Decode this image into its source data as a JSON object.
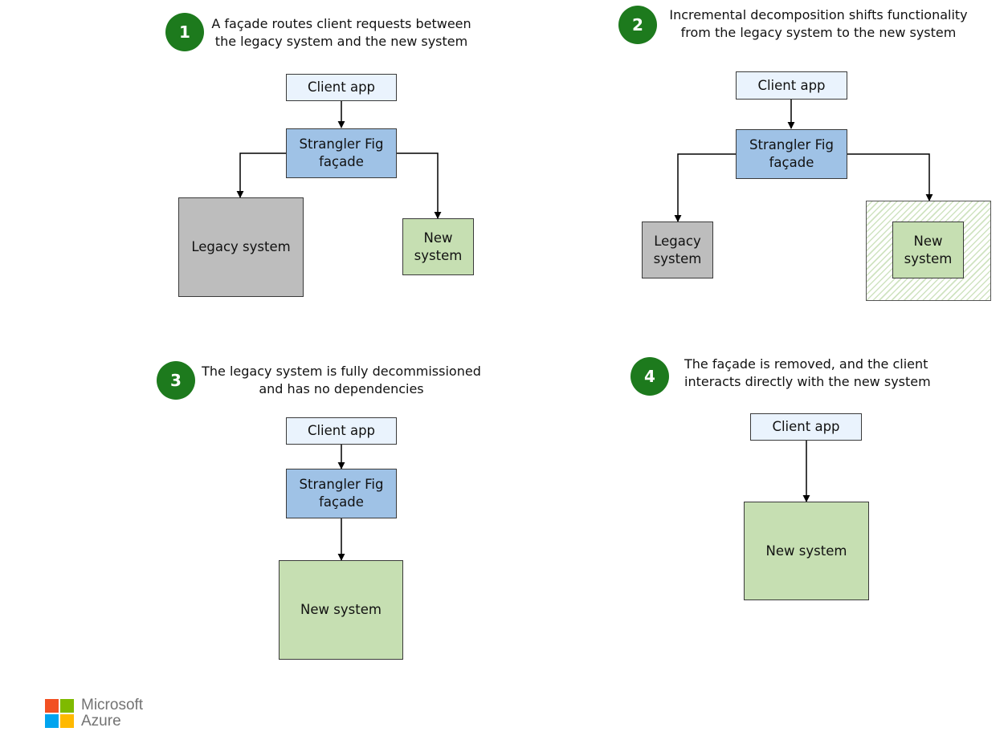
{
  "steps": [
    {
      "number": "1",
      "caption": [
        "A façade routes client requests between",
        "the legacy system and the new system"
      ],
      "client": "Client app",
      "facade": [
        "Strangler Fig",
        "façade"
      ],
      "legacy": [
        "Legacy system"
      ],
      "new": [
        "New",
        "system"
      ]
    },
    {
      "number": "2",
      "caption": [
        "Incremental decomposition shifts functionality",
        "from the legacy system to the new system"
      ],
      "client": "Client app",
      "facade": [
        "Strangler Fig",
        "façade"
      ],
      "legacy": [
        "Legacy",
        "system"
      ],
      "new": [
        "New",
        "system"
      ]
    },
    {
      "number": "3",
      "caption": [
        "The legacy system is fully decommissioned",
        "and has no dependencies"
      ],
      "client": "Client app",
      "facade": [
        "Strangler Fig",
        "façade"
      ],
      "new": [
        "New system"
      ]
    },
    {
      "number": "4",
      "caption": [
        "The façade is removed, and the client",
        "interacts directly with the new system"
      ],
      "client": "Client app",
      "new": [
        "New system"
      ]
    }
  ],
  "logo": {
    "line1": "Microsoft",
    "line2": "Azure",
    "square_colors": [
      "#f25022",
      "#7fba00",
      "#00a4ef",
      "#ffb900"
    ]
  },
  "colors": {
    "badge": "#1d7a1d",
    "client_box": "#eaf3fd",
    "facade_box": "#9fc2e6",
    "legacy_box": "#bdbdbd",
    "new_box": "#c6dfb2"
  }
}
